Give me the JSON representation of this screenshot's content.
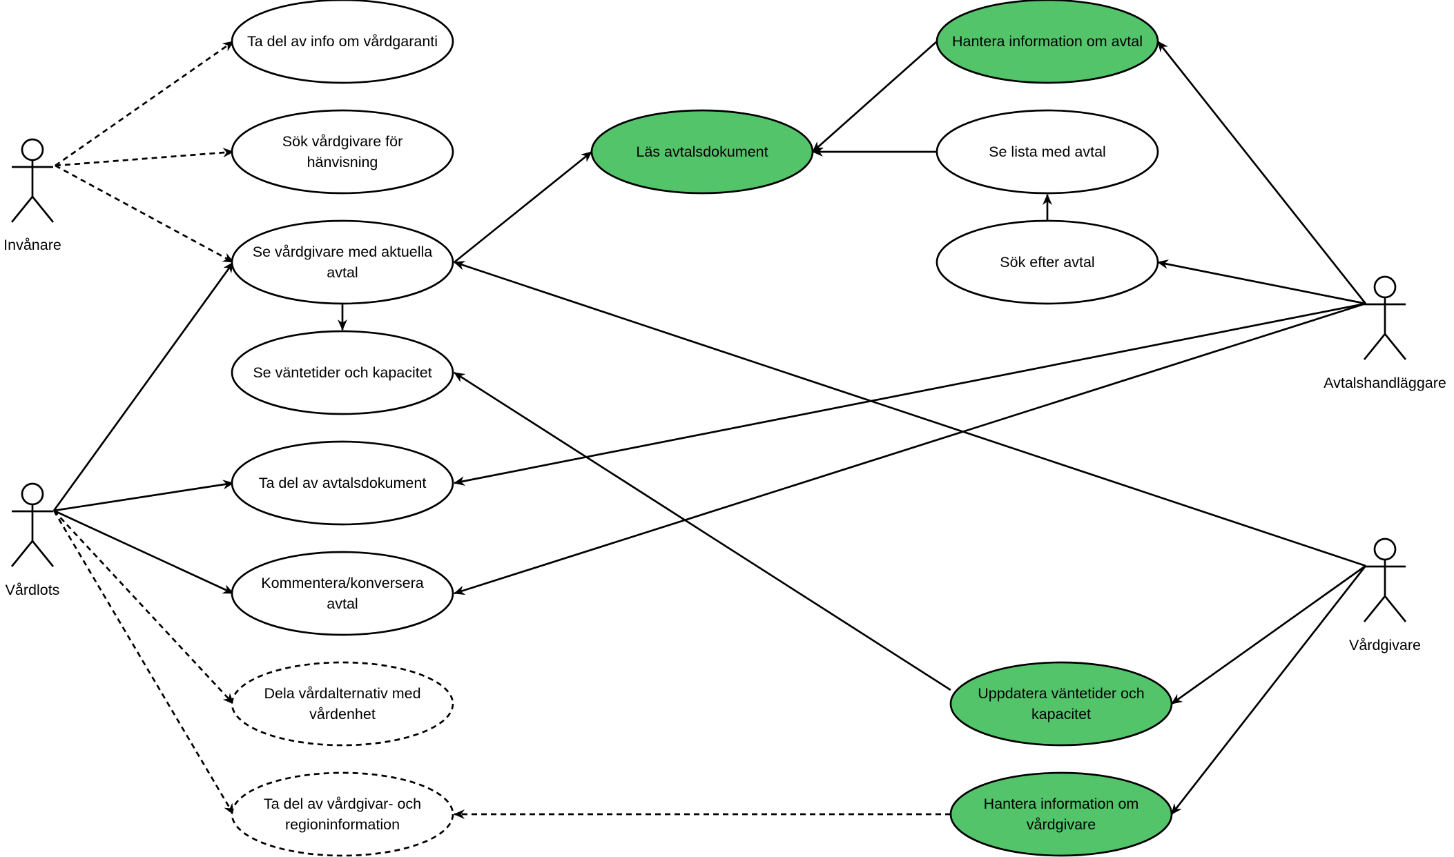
{
  "colors": {
    "highlight": "#54c46b",
    "default_fill": "#ffffff",
    "stroke": "#000000"
  },
  "actors": [
    {
      "id": "invanare",
      "label": "Invånare"
    },
    {
      "id": "vardlots",
      "label": "Vårdlots"
    },
    {
      "id": "avtalshandlaggare",
      "label": "Avtalshandläggare"
    },
    {
      "id": "vardgivare",
      "label": "Vårdgivare"
    }
  ],
  "use_cases": [
    {
      "id": "uc_vardgaranti",
      "lines": [
        "Ta del av info om vårdgaranti"
      ],
      "highlighted": false,
      "dashed": false
    },
    {
      "id": "uc_sok_hanvisning",
      "lines": [
        "Sök vårdgivare för",
        "hänvisning"
      ],
      "highlighted": false,
      "dashed": false
    },
    {
      "id": "uc_se_vardgivare",
      "lines": [
        "Se vårdgivare med aktuella",
        "avtal"
      ],
      "highlighted": false,
      "dashed": false
    },
    {
      "id": "uc_vantetider",
      "lines": [
        "Se väntetider och kapacitet"
      ],
      "highlighted": false,
      "dashed": false
    },
    {
      "id": "uc_ta_del_avtal",
      "lines": [
        "Ta del av avtalsdokument"
      ],
      "highlighted": false,
      "dashed": false
    },
    {
      "id": "uc_kommentera",
      "lines": [
        "Kommentera/konversera",
        "avtal"
      ],
      "highlighted": false,
      "dashed": false
    },
    {
      "id": "uc_dela",
      "lines": [
        "Dela vårdalternativ med",
        "vårdenhet"
      ],
      "highlighted": false,
      "dashed": true
    },
    {
      "id": "uc_ta_del_region",
      "lines": [
        "Ta del av vårdgivar- och",
        "regioninformation"
      ],
      "highlighted": false,
      "dashed": true
    },
    {
      "id": "uc_las_avtal",
      "lines": [
        "Läs avtalsdokument"
      ],
      "highlighted": true,
      "dashed": false
    },
    {
      "id": "uc_hantera_avtal",
      "lines": [
        "Hantera information om avtal"
      ],
      "highlighted": true,
      "dashed": false
    },
    {
      "id": "uc_se_lista",
      "lines": [
        "Se lista med avtal"
      ],
      "highlighted": false,
      "dashed": false
    },
    {
      "id": "uc_sok_avtal",
      "lines": [
        "Sök efter avtal"
      ],
      "highlighted": false,
      "dashed": false
    },
    {
      "id": "uc_uppdatera",
      "lines": [
        "Uppdatera väntetider och",
        "kapacitet"
      ],
      "highlighted": true,
      "dashed": false
    },
    {
      "id": "uc_hantera_vardgivare",
      "lines": [
        "Hantera information om",
        "vårdgivare"
      ],
      "highlighted": true,
      "dashed": false
    }
  ],
  "relations": [
    {
      "from": "invanare",
      "to": "uc_vardgaranti",
      "dashed": true
    },
    {
      "from": "invanare",
      "to": "uc_sok_hanvisning",
      "dashed": true
    },
    {
      "from": "invanare",
      "to": "uc_se_vardgivare",
      "dashed": true
    },
    {
      "from": "vardlots",
      "to": "uc_se_vardgivare",
      "dashed": false
    },
    {
      "from": "vardlots",
      "to": "uc_ta_del_avtal",
      "dashed": false
    },
    {
      "from": "vardlots",
      "to": "uc_kommentera",
      "dashed": false
    },
    {
      "from": "vardlots",
      "to": "uc_dela",
      "dashed": true
    },
    {
      "from": "vardlots",
      "to": "uc_ta_del_region",
      "dashed": true
    },
    {
      "from": "uc_se_vardgivare",
      "to": "uc_vantetider",
      "dashed": false
    },
    {
      "from": "uc_se_vardgivare",
      "to": "uc_las_avtal",
      "dashed": false
    },
    {
      "from": "uc_hantera_avtal",
      "to": "uc_las_avtal",
      "dashed": false
    },
    {
      "from": "uc_se_lista",
      "to": "uc_las_avtal",
      "dashed": false
    },
    {
      "from": "uc_sok_avtal",
      "to": "uc_se_lista",
      "dashed": false
    },
    {
      "from": "avtalshandlaggare",
      "to": "uc_hantera_avtal",
      "dashed": false
    },
    {
      "from": "avtalshandlaggare",
      "to": "uc_sok_avtal",
      "dashed": false
    },
    {
      "from": "avtalshandlaggare",
      "to": "uc_ta_del_avtal",
      "dashed": false
    },
    {
      "from": "avtalshandlaggare",
      "to": "uc_kommentera",
      "dashed": false
    },
    {
      "from": "vardgivare",
      "to": "uc_se_vardgivare",
      "dashed": false
    },
    {
      "from": "vardgivare",
      "to": "uc_uppdatera",
      "dashed": false
    },
    {
      "from": "vardgivare",
      "to": "uc_hantera_vardgivare",
      "dashed": false
    },
    {
      "from": "uc_uppdatera",
      "to": "uc_vantetider",
      "dashed": false
    },
    {
      "from": "uc_hantera_vardgivare",
      "to": "uc_ta_del_region",
      "dashed": true
    }
  ]
}
